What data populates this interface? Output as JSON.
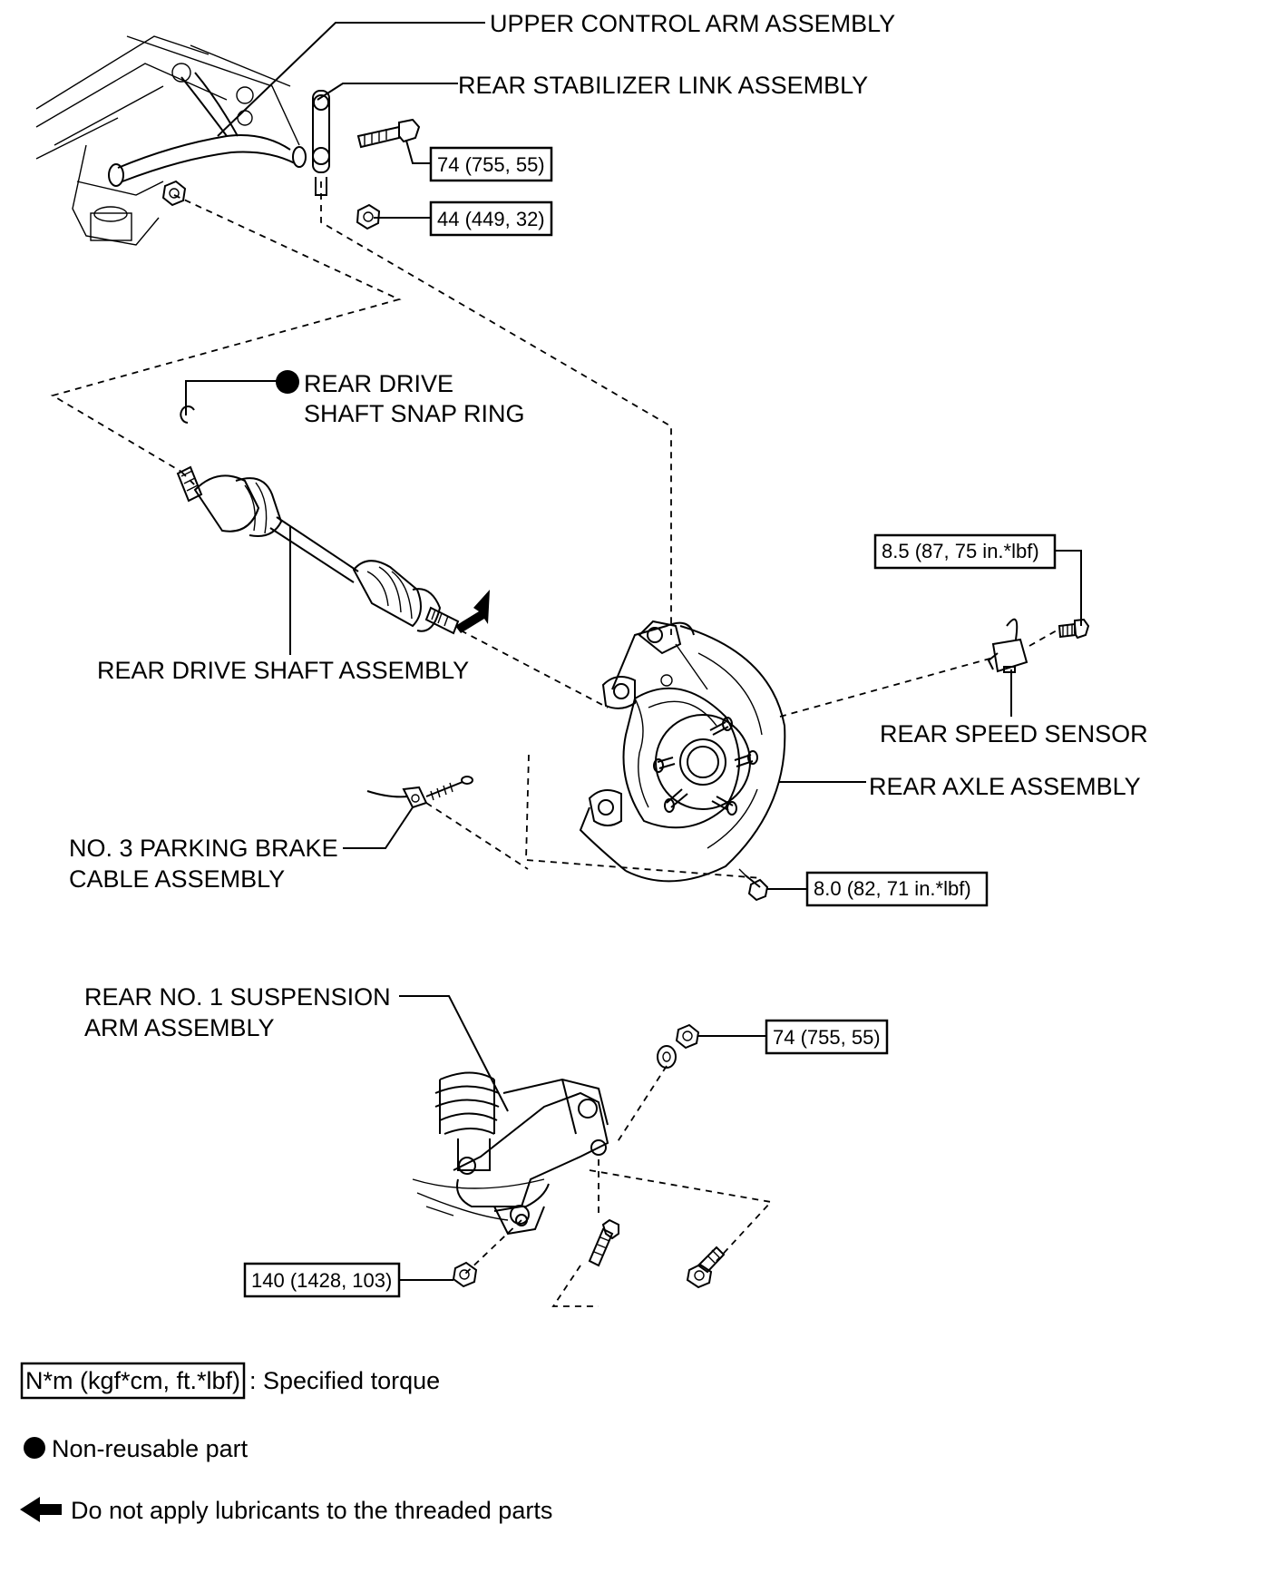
{
  "labels": {
    "upper_control_arm": "UPPER CONTROL ARM ASSEMBLY",
    "rear_stabilizer_link": "REAR STABILIZER LINK ASSEMBLY",
    "snap_ring_line1": "REAR DRIVE",
    "snap_ring_line2": "SHAFT SNAP RING",
    "rear_drive_shaft": "REAR DRIVE SHAFT ASSEMBLY",
    "rear_speed_sensor": "REAR SPEED SENSOR",
    "rear_axle": "REAR AXLE ASSEMBLY",
    "parking_brake_line1": "NO. 3 PARKING BRAKE",
    "parking_brake_line2": "CABLE ASSEMBLY",
    "suspension_arm_line1": "REAR NO. 1 SUSPENSION",
    "suspension_arm_line2": "ARM ASSEMBLY"
  },
  "torques": {
    "stabilizer_bolt": "74 (755, 55)",
    "stabilizer_nut": "44 (449, 32)",
    "speed_sensor_bolt": "8.5 (87, 75 in.*lbf)",
    "axle_bolt": "8.0 (82, 71 in.*lbf)",
    "suspension_nut_top": "74 (755, 55)",
    "suspension_nut_bottom": "140 (1428, 103)"
  },
  "legend": {
    "torque_unit": "N*m (kgf*cm, ft.*lbf)",
    "torque_desc": ": Specified torque",
    "non_reusable": "Non-reusable part",
    "no_lubricant": "Do not apply lubricants to the threaded parts"
  },
  "icons": {
    "non_reusable": "filled-circle-icon",
    "no_lubricant": "arrow-left-icon"
  }
}
